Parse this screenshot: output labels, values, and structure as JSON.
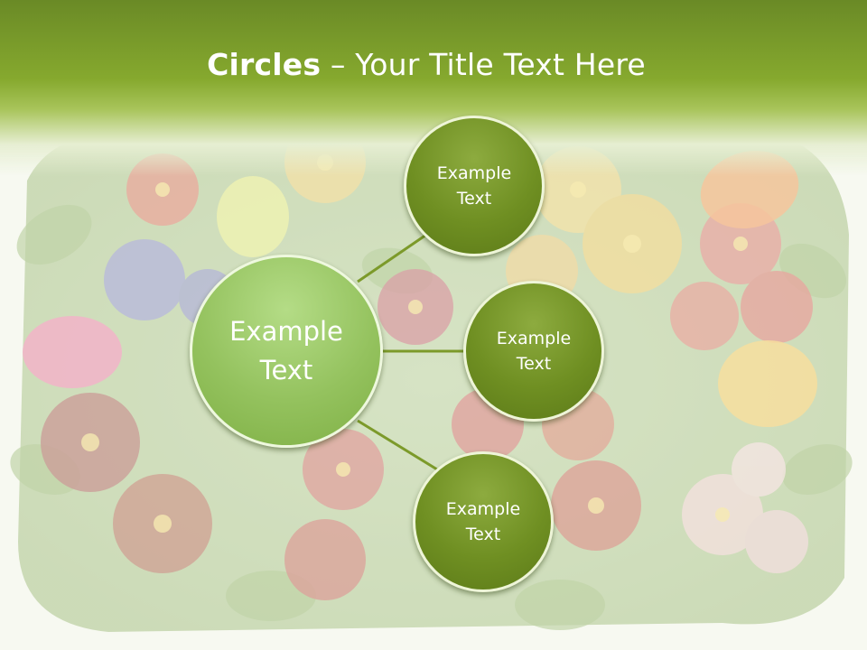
{
  "slide": {
    "title_bold": "Circles",
    "title_rest": " – Your Title Text Here"
  },
  "diagram": {
    "center": {
      "label": "Example Text",
      "line1": "Example",
      "line2": "Text"
    },
    "satellites": [
      {
        "line1": "Example",
        "line2": "Text"
      },
      {
        "line1": "Example",
        "line2": "Text"
      },
      {
        "line1": "Example",
        "line2": "Text"
      }
    ]
  },
  "colors": {
    "header_green": "#6a8a26",
    "center_fill": "#94c25e",
    "satellite_fill": "#6f8f22",
    "connector": "#7c9a2a"
  }
}
